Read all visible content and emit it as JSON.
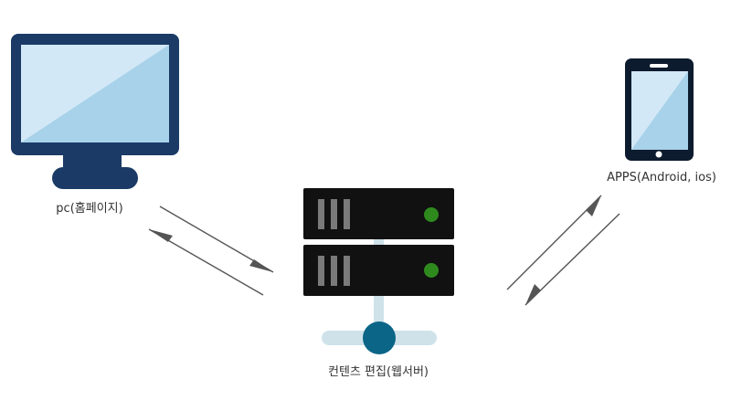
{
  "nodes": {
    "pc": {
      "label": "pc(홈페이지)",
      "icon": "monitor-icon"
    },
    "apps": {
      "label": "APPS(Android, ios)",
      "icon": "smartphone-icon"
    },
    "server": {
      "label": "컨텐츠 편집(웹서버)",
      "icon": "server-icon"
    }
  },
  "connections": [
    {
      "from": "pc",
      "to": "server",
      "direction": "bidirectional"
    },
    {
      "from": "server",
      "to": "apps",
      "direction": "bidirectional"
    }
  ],
  "colors": {
    "monitor_frame": "#1b3a66",
    "screen_light": "#d3e8f6",
    "screen_dark": "#a8d2ea",
    "phone_frame": "#0d1b2e",
    "server_body": "#111111",
    "server_slot": "#7a7a7a",
    "server_led": "#2f8a1e",
    "network_line": "#cfe2ea",
    "network_hub": "#0b6587",
    "arrow": "#555555"
  }
}
